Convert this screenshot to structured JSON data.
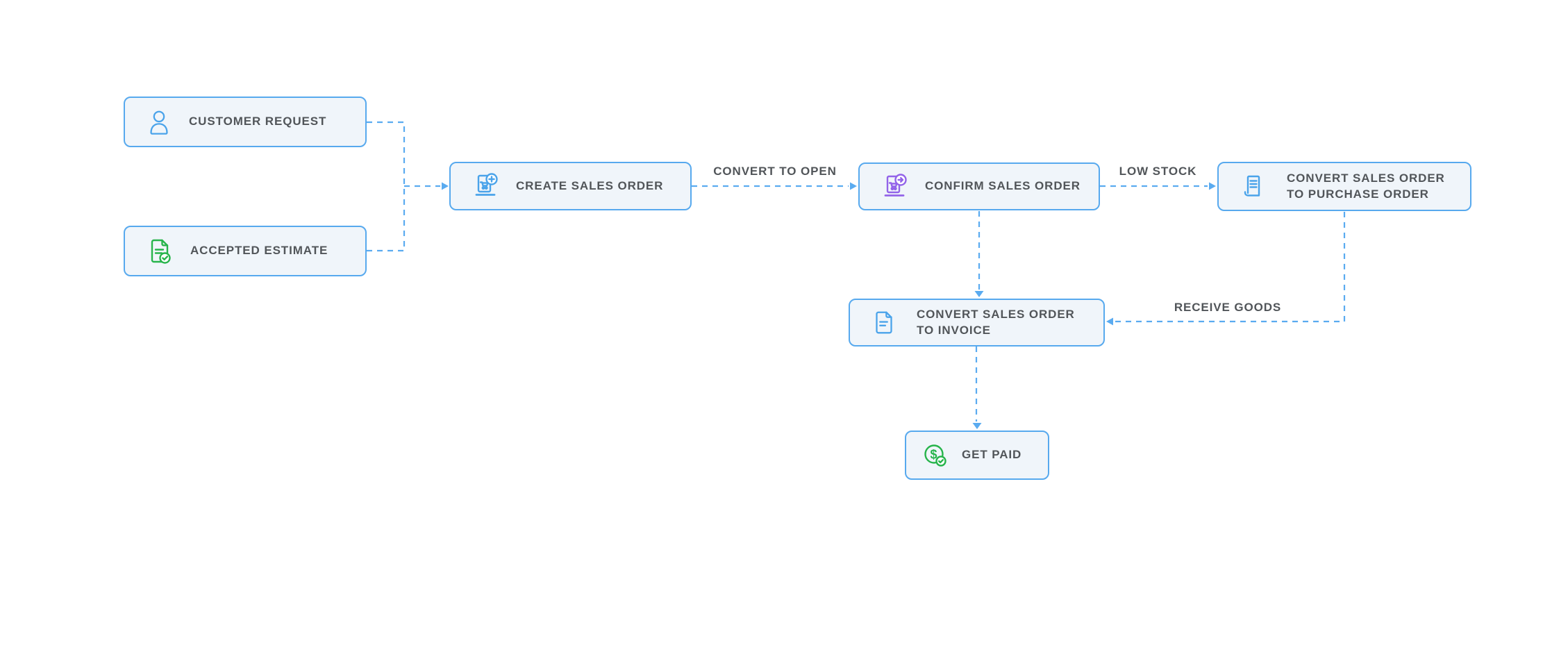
{
  "page": {
    "background": "#ffffff"
  },
  "colors": {
    "node_fill": "#f0f5fa",
    "node_border": "#57a9ee",
    "connector": "#5aabf0",
    "text": "#515559",
    "icon_blue": "#4aa3ea",
    "icon_green": "#27b44b",
    "icon_purple": "#9263e9"
  },
  "nodes": {
    "customer_request": {
      "label": "CUSTOMER REQUEST",
      "icon": "customer-person-icon"
    },
    "accepted_estimate": {
      "label": "ACCEPTED ESTIMATE",
      "icon": "estimate-accepted-icon"
    },
    "create_sales_order": {
      "label": "CREATE SALES ORDER",
      "icon": "sales-order-add-icon"
    },
    "confirm_sales_order": {
      "label": "CONFIRM SALES ORDER",
      "icon": "sales-order-confirm-icon"
    },
    "convert_sales_order_to_purchase_order": {
      "label": "CONVERT SALES ORDER TO PURCHASE ORDER",
      "icon": "purchase-order-icon"
    },
    "convert_sales_order_to_invoice": {
      "label": "CONVERT SALES ORDER TO INVOICE",
      "icon": "invoice-icon"
    },
    "get_paid": {
      "label": "GET PAID",
      "icon": "get-paid-icon"
    }
  },
  "edge_labels": {
    "convert_to_open": "CONVERT TO OPEN",
    "low_stock": "LOW STOCK",
    "receive_goods": "RECEIVE GOODS"
  }
}
